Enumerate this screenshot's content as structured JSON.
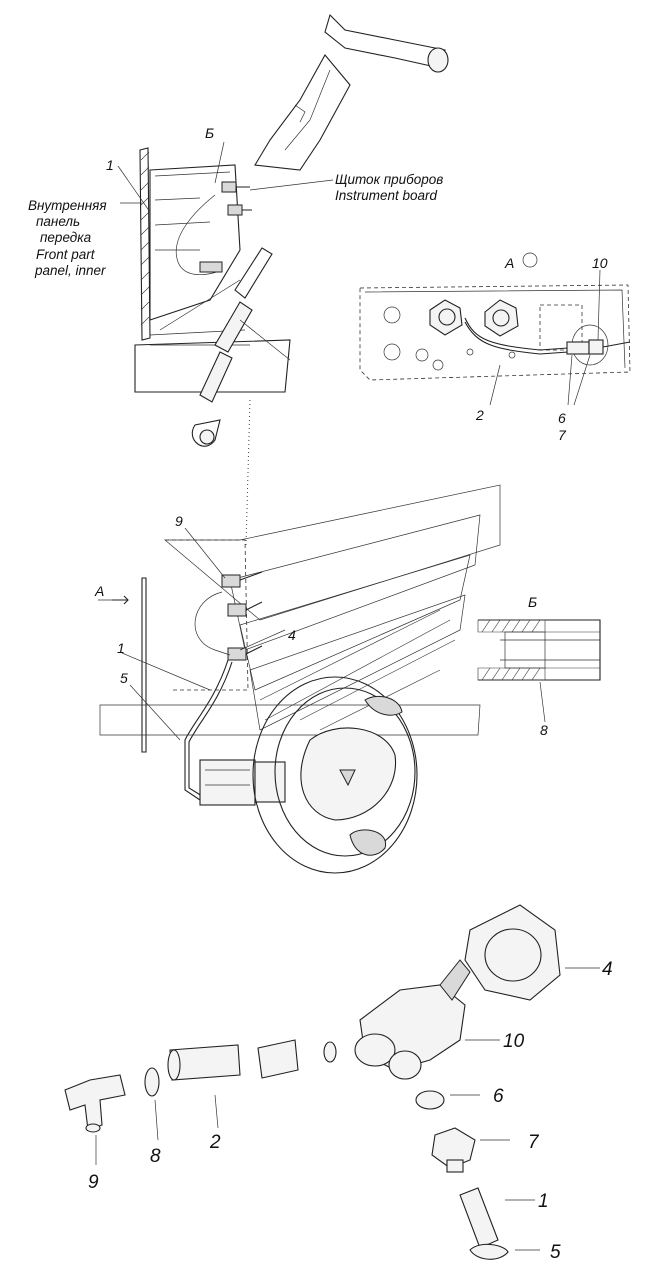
{
  "labels": {
    "view_b_top": "Б",
    "callout_1_top": "1",
    "instrument_ru": "Щиток приборов",
    "instrument_en": "Instrument board",
    "panel_ru_1": "Внутренняя",
    "panel_ru_2": "панель",
    "panel_ru_3": "передка",
    "panel_en_1": "Front part",
    "panel_en_2": "panel, inner",
    "view_a": "А",
    "callout_10_a": "10",
    "callout_2_a": "2",
    "callout_6_a": "6",
    "callout_7_a": "7",
    "callout_9_mid": "9",
    "arrow_a": "А",
    "callout_1_mid": "1",
    "callout_5_mid": "5",
    "callout_4_mid": "4",
    "view_b_section": "Б",
    "callout_8_section": "8",
    "part_4": "4",
    "part_10": "10",
    "part_6": "6",
    "part_7": "7",
    "part_1": "1",
    "part_5": "5",
    "part_2": "2",
    "part_8": "8",
    "part_9": "9"
  }
}
